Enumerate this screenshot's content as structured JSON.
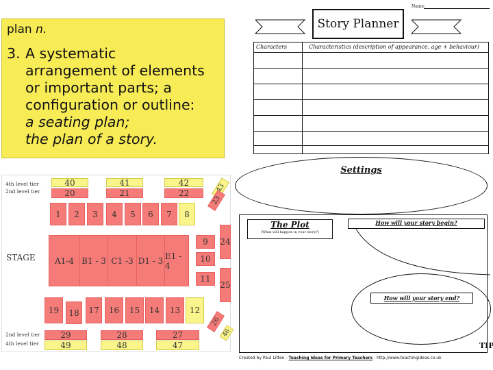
{
  "definition": {
    "headword": "plan",
    "pos": "n.",
    "number": "3.",
    "lines": [
      "A systematic",
      "arrangement of elements",
      "or important parts; a",
      "configuration or outline:"
    ],
    "examples": [
      "a seating plan;",
      "the plan of a story."
    ]
  },
  "seating_plan": {
    "tier_labels": {
      "top_4th": "4th level tier",
      "top_2nd": "2nd level tier",
      "bottom_2nd": "2nd level tier",
      "bottom_4th": "4th level tier"
    },
    "stage_label": "STAGE",
    "seats": {
      "s40": "40",
      "s41": "41",
      "s42": "42",
      "s43": "43",
      "s20": "20",
      "s21": "21",
      "s22": "22",
      "s23": "23",
      "s1": "1",
      "s2": "2",
      "s3": "3",
      "s4": "4",
      "s5": "5",
      "s6": "6",
      "s7": "7",
      "s8": "8",
      "s9": "9",
      "s10": "10",
      "s11": "11",
      "s24": "24",
      "s25": "25",
      "a1": "A1-4",
      "b1": "B1 - 3",
      "c1": "C1 -3",
      "d1": "D1 - 3",
      "e1": "E1 - 4",
      "s19": "19",
      "s18": "18",
      "s17": "17",
      "s16": "16",
      "s15": "15",
      "s14": "14",
      "s13": "13",
      "s12": "12",
      "s26": "26",
      "s46": "46",
      "s29": "29",
      "s28": "28",
      "s27": "27",
      "s49": "49",
      "s48": "48",
      "s47": "47"
    }
  },
  "story_planner": {
    "name_label": "Name:",
    "title": "Story Planner",
    "table_headers": {
      "characters": "Characters",
      "characteristics": "Characteristics (description of appearance, age + behaviour)"
    },
    "settings": "Settings",
    "plot_title": "The Plot",
    "plot_subtitle": "(What will happen in your story?)",
    "begin_q": "How will your story begin?",
    "end_q": "How will your story end?",
    "logo": "TIP",
    "footer_created": "Created by Paul Litten -",
    "footer_site": "Teaching Ideas for Primary Teachers",
    "footer_url": "- http://www.teachingideas.co.uk"
  }
}
